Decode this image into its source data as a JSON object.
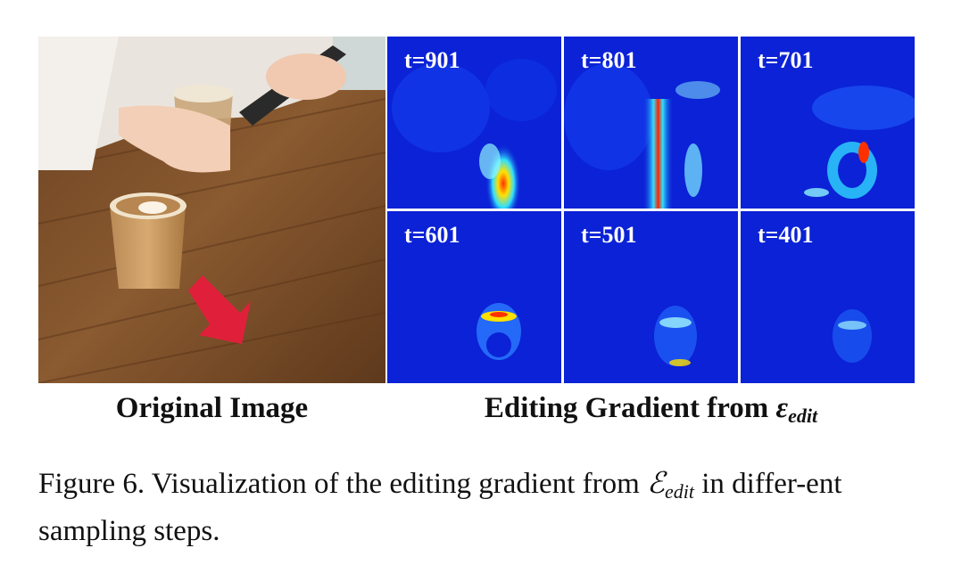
{
  "original_label": "Original Image",
  "gradient_label": {
    "prefix": "Editing Gradient from ",
    "symbol": "ε",
    "subscript": "edit"
  },
  "panels": [
    {
      "label": "t=901",
      "row": 0,
      "col": 0
    },
    {
      "label": "t=801",
      "row": 0,
      "col": 1
    },
    {
      "label": "t=701",
      "row": 0,
      "col": 2
    },
    {
      "label": "t=601",
      "row": 1,
      "col": 0
    },
    {
      "label": "t=501",
      "row": 1,
      "col": 1
    },
    {
      "label": "t=401",
      "row": 1,
      "col": 2
    }
  ],
  "caption": {
    "prefix": "Figure 6. Visualization of the editing gradient from ",
    "symbol": "ℰ",
    "subscript": "edit",
    "suffix": " in differ-ent sampling steps."
  },
  "colors": {
    "heatmap_background": "#0a1fd0",
    "arrow": "#e0203a",
    "table": "#7a4a26"
  }
}
